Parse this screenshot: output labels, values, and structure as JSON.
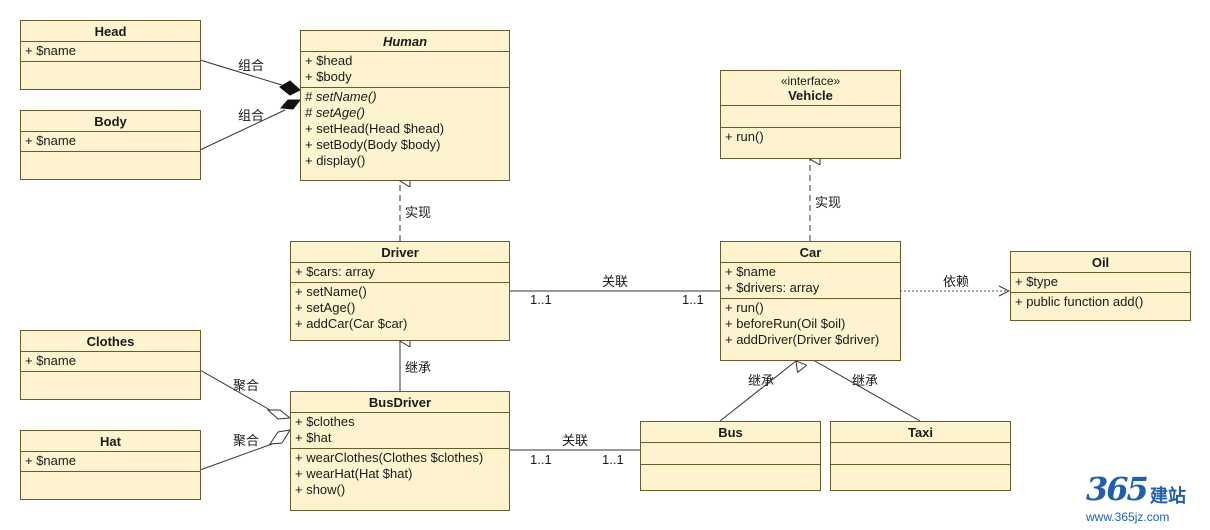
{
  "classes": {
    "head": {
      "name": "Head",
      "attrs": [
        "+ $name"
      ],
      "ops": []
    },
    "body": {
      "name": "Body",
      "attrs": [
        "+ $name"
      ],
      "ops": []
    },
    "human": {
      "name": "Human",
      "attrs": [
        "+ $head",
        "+ $body"
      ],
      "ops": [
        "# setName()",
        "# setAge()",
        "+ setHead(Head $head)",
        "+ setBody(Body $body)",
        "+ display()"
      ]
    },
    "vehicle": {
      "stereotype": "«interface»",
      "name": "Vehicle",
      "attrs": [],
      "ops": [
        "+ run()"
      ]
    },
    "driver": {
      "name": "Driver",
      "attrs": [
        "+ $cars: array"
      ],
      "ops": [
        "+ setName()",
        "+ setAge()",
        "+ addCar(Car $car)"
      ]
    },
    "car": {
      "name": "Car",
      "attrs": [
        "+ $name",
        "+ $drivers: array"
      ],
      "ops": [
        "+ run()",
        "+ beforeRun(Oil $oil)",
        "+ addDriver(Driver $driver)"
      ]
    },
    "oil": {
      "name": "Oil",
      "attrs": [
        "+ $type"
      ],
      "ops": [
        "+ public function add()"
      ]
    },
    "clothes": {
      "name": "Clothes",
      "attrs": [
        "+ $name"
      ],
      "ops": []
    },
    "hat": {
      "name": "Hat",
      "attrs": [
        "+ $name"
      ],
      "ops": []
    },
    "busdriver": {
      "name": "BusDriver",
      "attrs": [
        "+ $clothes",
        "+ $hat"
      ],
      "ops": [
        "+ wearClothes(Clothes $clothes)",
        "+ wearHat(Hat $hat)",
        "+ show()"
      ]
    },
    "bus": {
      "name": "Bus",
      "attrs": [],
      "ops": []
    },
    "taxi": {
      "name": "Taxi",
      "attrs": [],
      "ops": []
    }
  },
  "labels": {
    "composition_head": "组合",
    "composition_body": "组合",
    "realize_human": "实现",
    "realize_vehicle": "实现",
    "association_driver_car": "关联",
    "driver_car_mult_left": "1..1",
    "driver_car_mult_right": "1..1",
    "dependency_oil": "依赖",
    "inherit_busdriver": "继承",
    "aggregation_clothes": "聚合",
    "aggregation_hat": "聚合",
    "association_busdriver_bus": "关联",
    "busdriver_bus_mult_left": "1..1",
    "busdriver_bus_mult_right": "1..1",
    "inherit_bus": "继承",
    "inherit_taxi": "继承"
  },
  "watermark": {
    "digits": "365",
    "name": "建站",
    "url": "www.365jz.com"
  },
  "colors": {
    "class_fill": "#fdf3cf",
    "class_border": "#6b5a2a",
    "watermark": "#1f5fae"
  }
}
